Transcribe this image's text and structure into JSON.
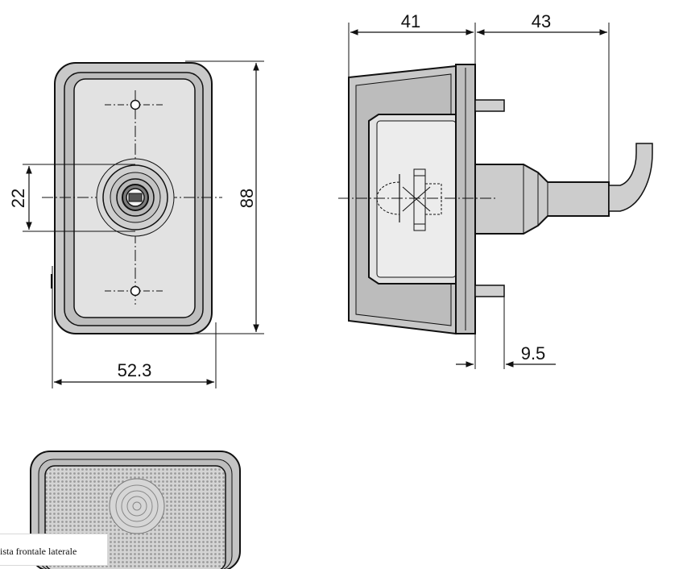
{
  "dimensions": {
    "side_depth": "41",
    "cable_length": "43",
    "height": "88",
    "lens_diameter": "22",
    "width": "52.3",
    "stud_offset": "9.5"
  },
  "caption": "vista frontale laterale",
  "colors": {
    "outline": "#111111",
    "body_fill": "#cfcfcf",
    "lens_fill": "#e3e3e3",
    "reflector_fill": "#d6d6d6"
  }
}
